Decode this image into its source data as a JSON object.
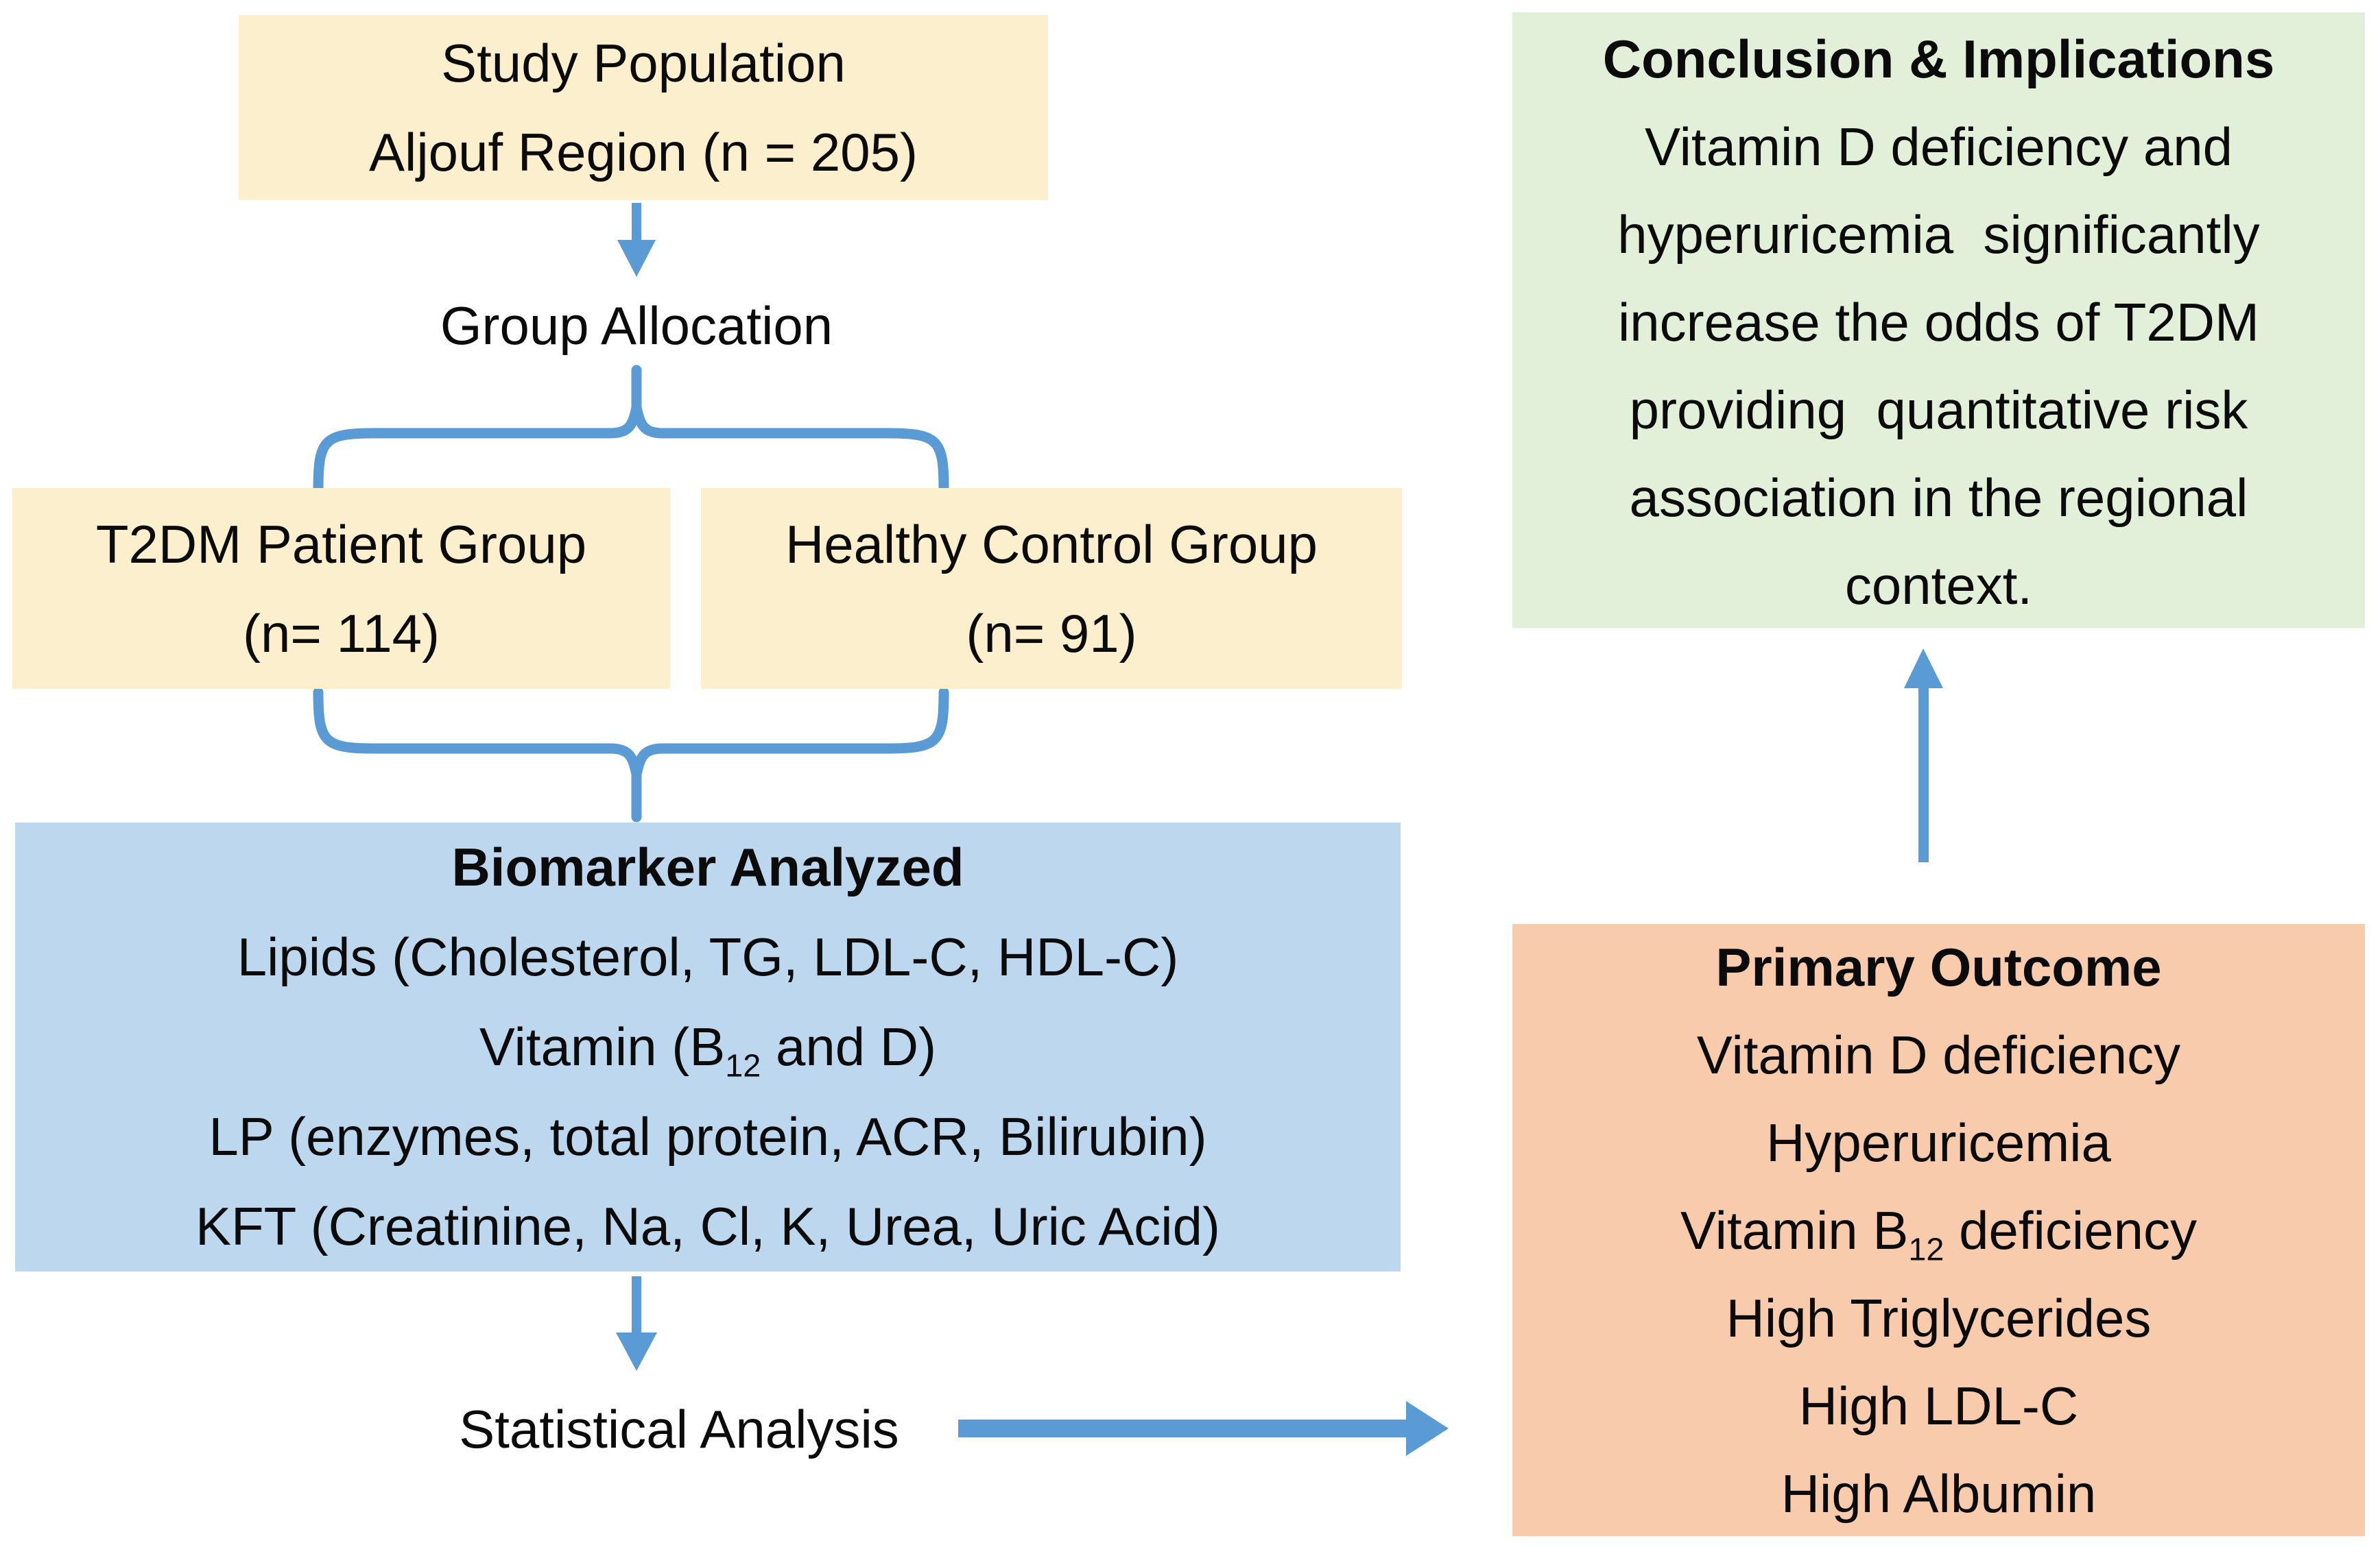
{
  "palette": {
    "box_yellow": "#FCEFCD",
    "box_blue": "#BDD7EE",
    "box_orange": "#F8CBAD",
    "box_green": "#E2EFD9",
    "arrow_blue": "#5B9BD5",
    "text_color": "#0B0B0B"
  },
  "flow": {
    "study_box": {
      "lines": [
        "Study Population",
        "Aljouf Region (n = 205)"
      ]
    },
    "group_allocation_label": "Group Allocation",
    "t2dm_box": {
      "lines": [
        "T2DM Patient Group",
        "(n= 114)"
      ]
    },
    "healthy_box": {
      "lines": [
        "Healthy Control Group",
        "(n= 91)"
      ]
    },
    "biomarker_box": {
      "title": "Biomarker Analyzed",
      "lines": [
        "Lipids (Cholesterol, TG, LDL-C, HDL-C)",
        {
          "pre": "Vitamin (B",
          "sub": "12",
          "post": " and D)"
        },
        "LP (enzymes, total protein, ACR, Bilirubin)",
        "KFT (Creatinine, Na, Cl, K, Urea, Uric Acid)"
      ]
    },
    "statistical_analysis_label": "Statistical Analysis",
    "outcome_box": {
      "title": "Primary Outcome",
      "lines": [
        "Vitamin D deficiency",
        "Hyperuricemia",
        {
          "pre": "Vitamin B",
          "sub": "12",
          "post": " deficiency"
        },
        "High Triglycerides",
        "High LDL-C",
        "High Albumin"
      ]
    },
    "conclusion_box": {
      "title": "Conclusion & Implications",
      "lines": [
        "Vitamin D deficiency and",
        "hyperuricemia  significantly",
        "increase the odds of T2DM",
        "providing  quantitative risk",
        "association in the regional",
        "context."
      ]
    }
  }
}
